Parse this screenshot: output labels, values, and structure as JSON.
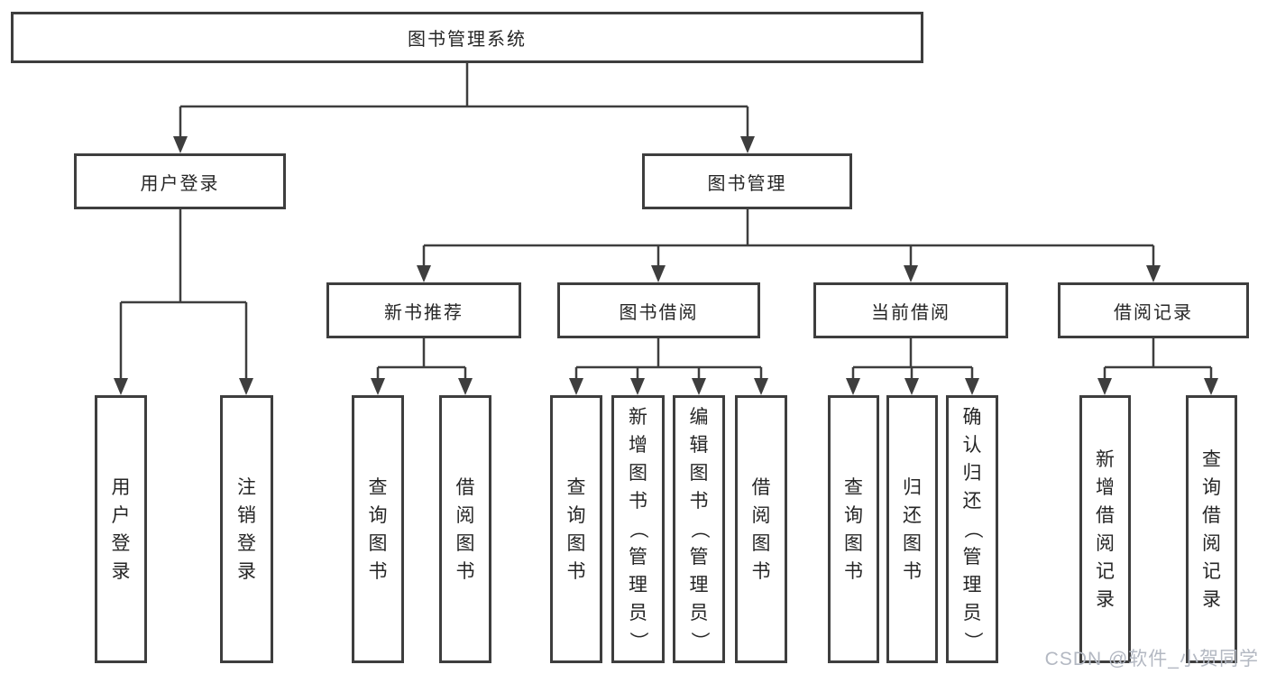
{
  "nodes": {
    "root": "图书管理系统",
    "user_login": "用户登录",
    "book_mgmt": "图书管理",
    "new_books": "新书推荐",
    "book_borrow": "图书借阅",
    "current_borrow": "当前借阅",
    "borrow_records": "借阅记录",
    "leaf_user_login": "用户登录",
    "leaf_logout": "注销登录",
    "leaf_nb_query": "查询图书",
    "leaf_nb_borrow": "借阅图书",
    "leaf_bb_query": "查询图书",
    "leaf_bb_add": "新增图书（管理员）",
    "leaf_bb_edit": "编辑图书（管理员）",
    "leaf_bb_borrow": "借阅图书",
    "leaf_cb_query": "查询图书",
    "leaf_cb_return": "归还图书",
    "leaf_cb_confirm": "确认归还（管理员）",
    "leaf_br_add": "新增借阅记录",
    "leaf_br_query": "查询借阅记录"
  },
  "watermark": "CSDN @软件_小贺同学",
  "colors": {
    "line": "#3e3e3e",
    "text": "#262626",
    "watermark": "#b3b8c2",
    "background": "#ffffff"
  }
}
